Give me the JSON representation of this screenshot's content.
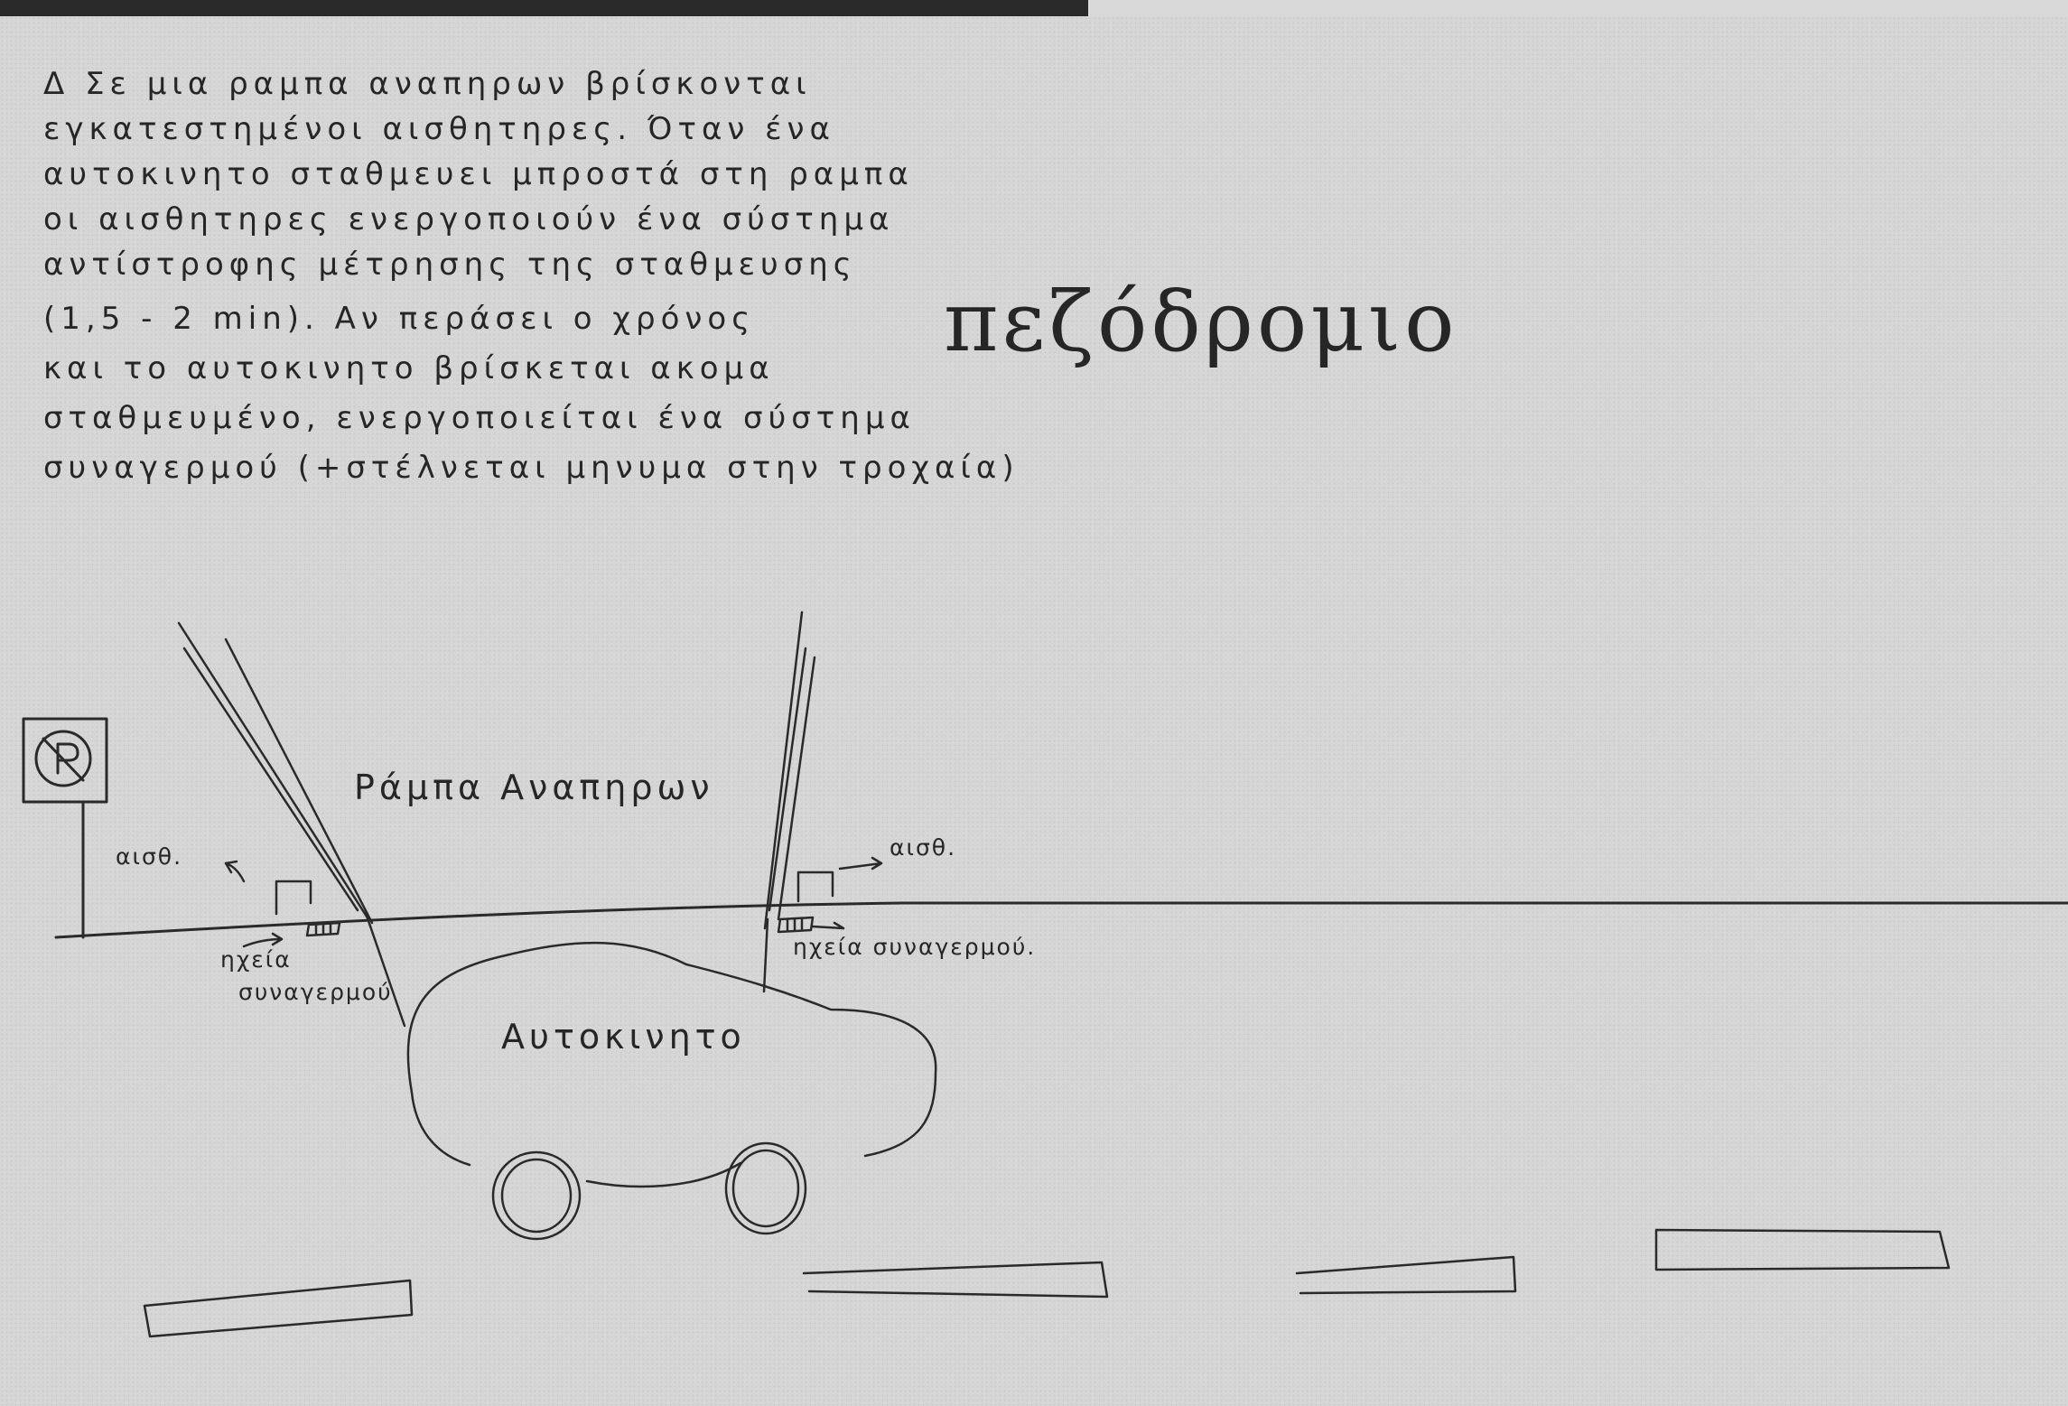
{
  "description_lines": [
    "Δ Σε μια ραμπα αναπηρων βρίσκονται",
    "εγκατεστημένοι αισθητηρες. Όταν ένα",
    "αυτοκινητο σταθμευει μπροστά στη ραμπα",
    "οι αισθητηρες ενεργοποιούν ένα σύστημα",
    "αντίστροφης μέτρησης της σταθμευσης",
    "(1,5 - 2 min). Αν περάσει ο χρόνος",
    "και το αυτοκινητο βρίσκεται ακομα",
    "σταθμευμένο, ενεργοποιείται ένα σύστημα",
    "συναγερμού (+στέλνεται μηνυμα στην τροχαία)"
  ],
  "side_note": "πεζόδρομιο",
  "diagram": {
    "ramp_label": "Ράμπα Αναπηρων",
    "car_label": "Αυτοκινητο",
    "sensor_left": "αισθ.",
    "sensor_right": "αισθ.",
    "speaker_left_line1": "ηχεία",
    "speaker_left_line2": "συναγερμού",
    "speaker_right": "ηχεία συναγερμού.",
    "sign_icon": "no-parking-sign-icon"
  }
}
